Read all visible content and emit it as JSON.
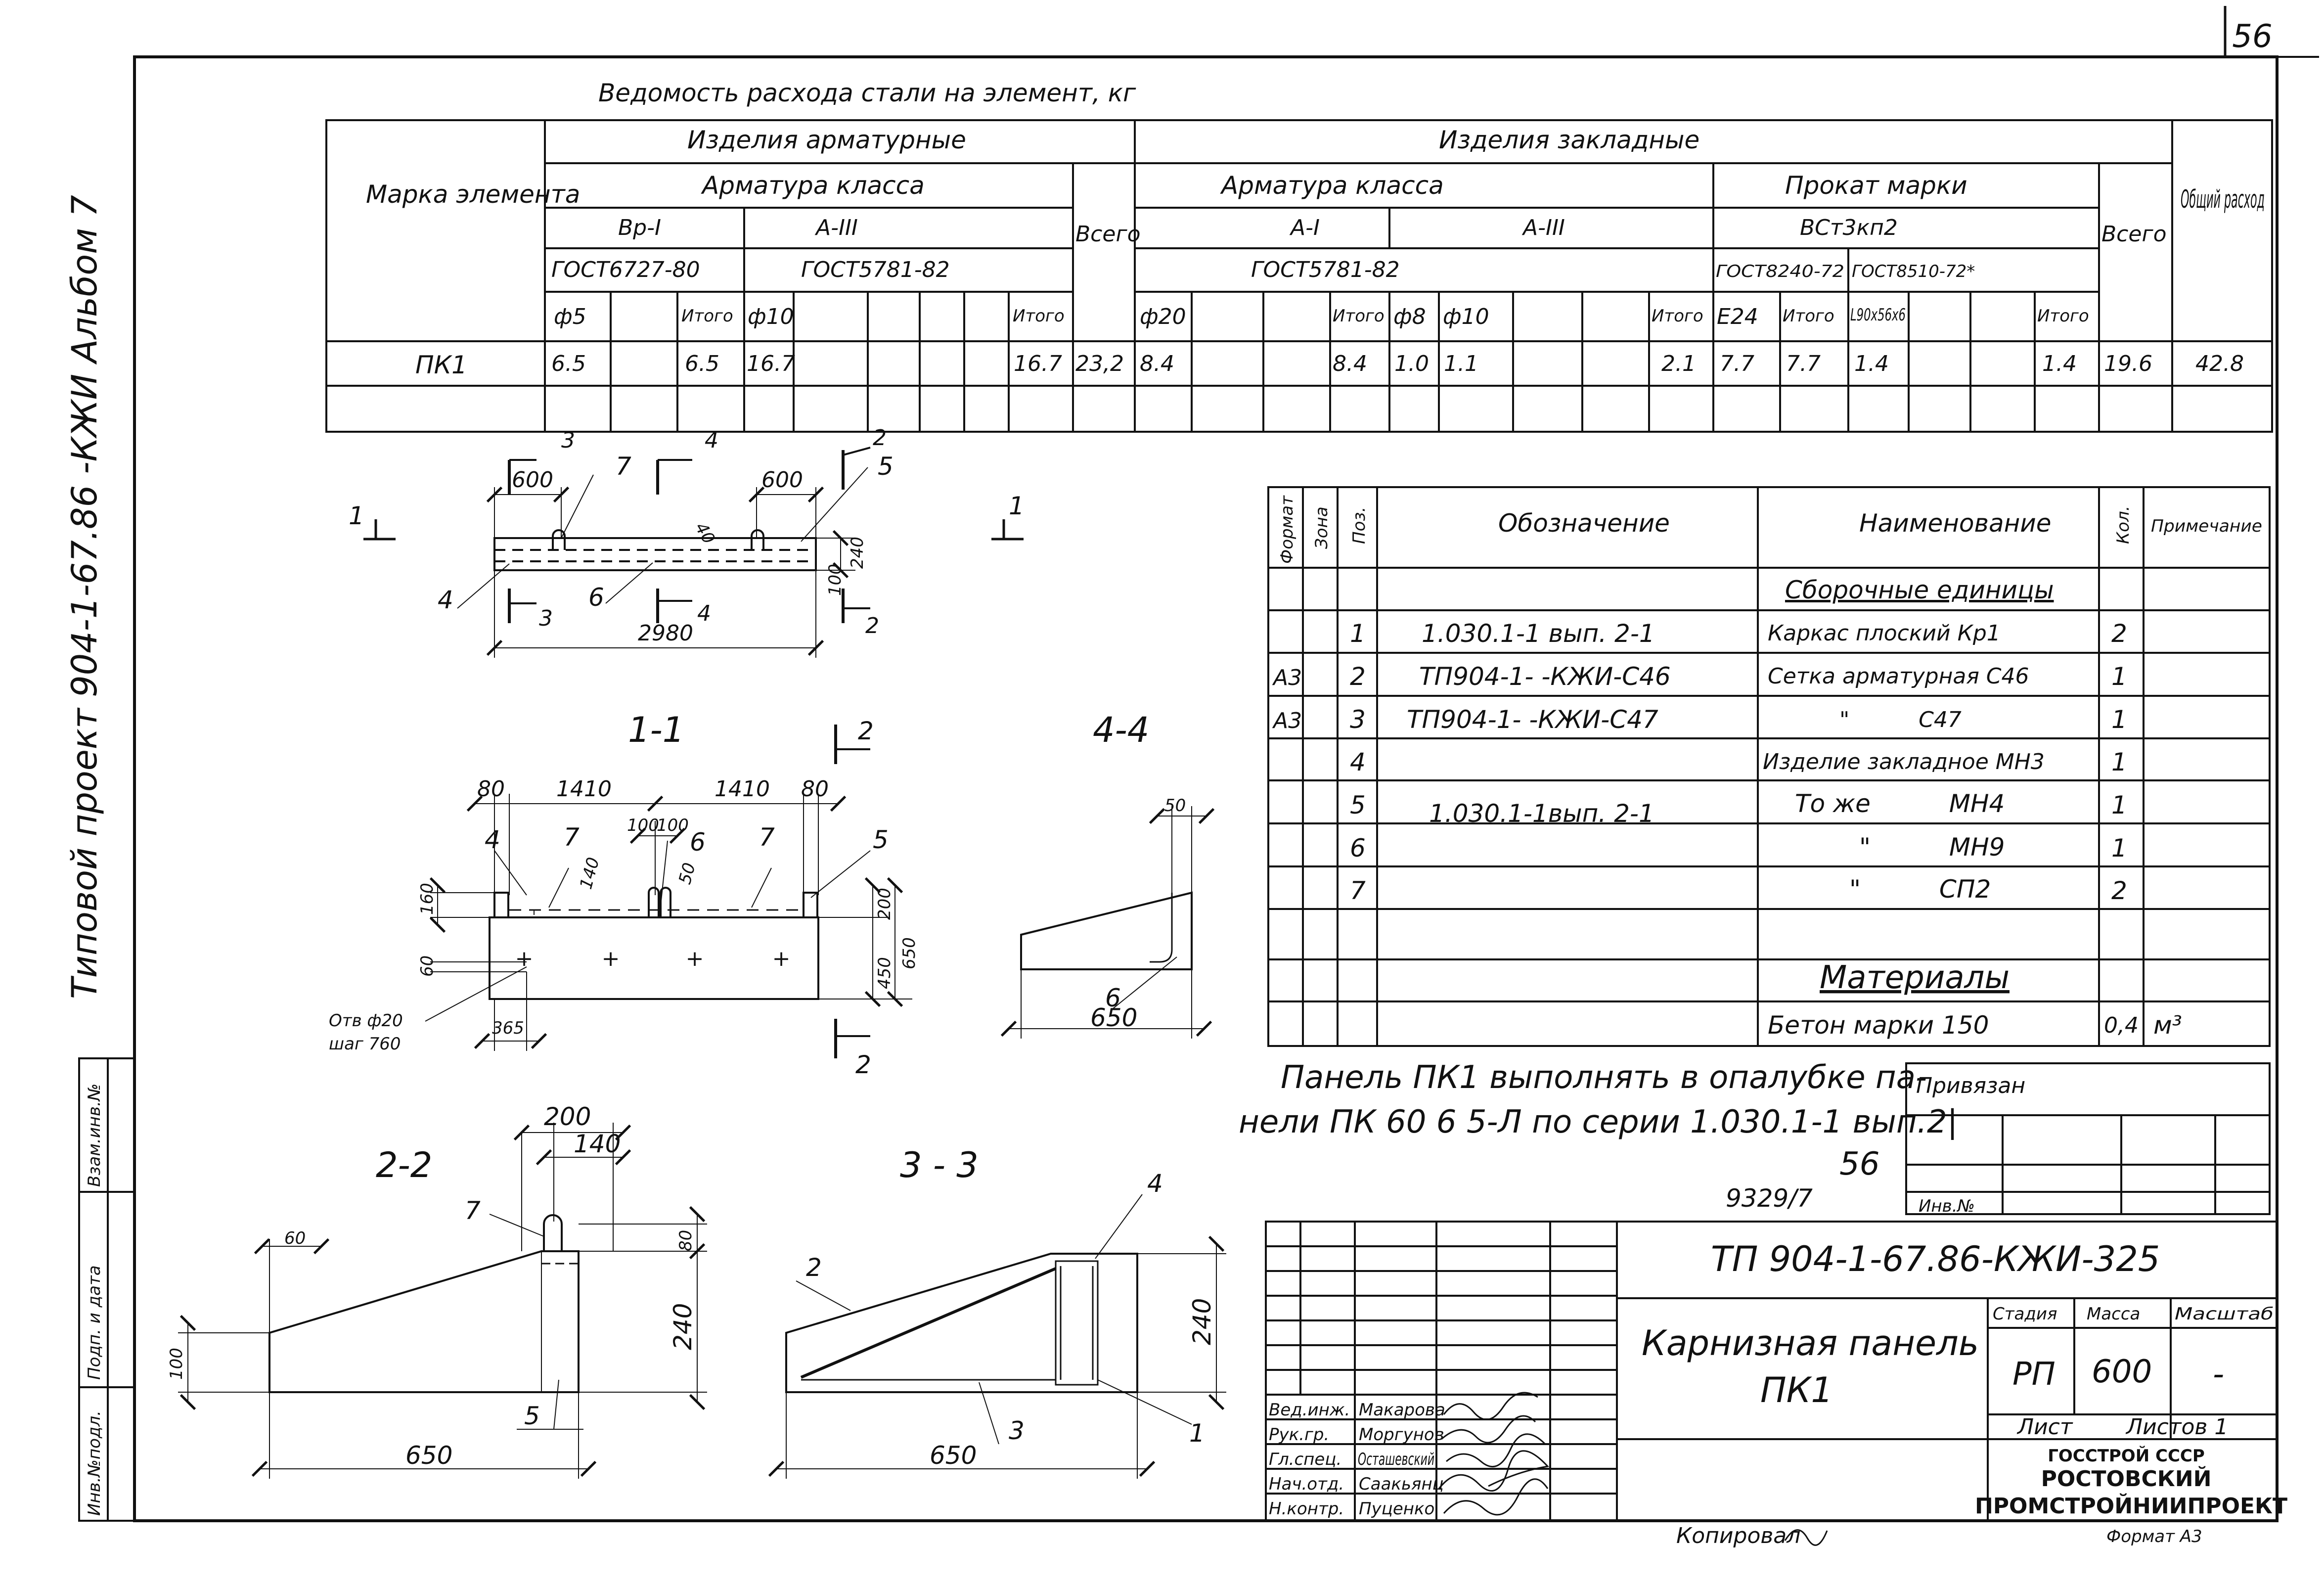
{
  "page_number": "56",
  "left_strip": {
    "album_title": "Типовой проект 904-1-67.86 -КЖИ Альбом 7",
    "stamp_fields": [
      "Взам.инв.№",
      "Подп. и дата",
      "Инв.№подл."
    ]
  },
  "steel_table": {
    "title": "Ведомость расхода стали на элемент, кг",
    "mark_header": "Марка элемента",
    "arm_group": "Изделия арматурные",
    "emb_group": "Изделия закладные",
    "arm_class": "Арматура класса",
    "emb_class": "Арматура класса",
    "rolled_grade": "Прокат марки",
    "total": "Всего",
    "overall": "Общий расход",
    "bp1": "Вр-I",
    "a3": "А-III",
    "a1": "А-I",
    "a3b": "А-III",
    "vst": "ВСт3кп2",
    "gost6727": "ГОСТ6727-80",
    "gost5781": "ГОСТ5781-82",
    "gost5781b": "ГОСТ5781-82",
    "gost8240": "ГОСТ8240-72",
    "gost8510": "ГОСТ8510-72*",
    "d5": "ф5",
    "itogo": "Итого",
    "d10": "ф10",
    "d20": "ф20",
    "d8": "ф8",
    "d10b": "ф10",
    "c24": "Е24",
    "l90": "L90х56х6",
    "row": {
      "mark": "ПК1",
      "d5": "6.5",
      "it1": "6.5",
      "d10": "16.7",
      "it2": "16.7",
      "arm_total": "23,2",
      "d20": "8.4",
      "it3": "8.4",
      "d8": "1.0",
      "d10b": "1.1",
      "it4": "2.1",
      "c24": "7.7",
      "it5": "7.7",
      "l90": "1.4",
      "it6": "1.4",
      "emb_total": "19.6",
      "overall": "42.8"
    }
  },
  "spec_table": {
    "col_format": "Формат",
    "col_zone": "Зона",
    "col_pos": "Поз.",
    "col_desig": "Обозначение",
    "col_name": "Наименование",
    "col_qty": "Кол.",
    "col_note": "Примечание",
    "section1": "Сборочные единицы",
    "section2": "Материалы",
    "rows": [
      {
        "fmt": "",
        "pos": "1",
        "desig": "1.030.1-1 вып. 2-1",
        "name": "Каркас плоский Кр1",
        "qty": "2"
      },
      {
        "fmt": "А3",
        "pos": "2",
        "desig": "ТП904-1-  -КЖИ-С46",
        "name": "Сетка арматурная С46",
        "qty": "1"
      },
      {
        "fmt": "А3",
        "pos": "3",
        "desig": "ТП904-1-  -КЖИ-С47",
        "name": "\"          С47",
        "qty": "1"
      },
      {
        "fmt": "",
        "pos": "4",
        "desig": "",
        "name": "Изделие закладное МН3",
        "qty": "1"
      },
      {
        "fmt": "",
        "pos": "5",
        "desig": "1.030.1-1вып. 2-1",
        "name": "То же          МН4",
        "qty": "1"
      },
      {
        "fmt": "",
        "pos": "6",
        "desig": "",
        "name": "\"          МН9",
        "qty": "1"
      },
      {
        "fmt": "",
        "pos": "7",
        "desig": "",
        "name": "\"          СП2",
        "qty": "2"
      }
    ],
    "material": {
      "name": "Бетон марки 150",
      "qty": "0,4",
      "unit": "м³"
    }
  },
  "note": {
    "line1": "Панель ПК1 выполнять в опалубке па-",
    "line2": "нели ПК 60 6 5-Л по серии 1.030.1-1 вып.2|"
  },
  "privyazan": "Привязан",
  "inv_no": "Инв.№",
  "hand_number": "56",
  "doc_number": "9329/7",
  "title_block": {
    "code": "ТП 904-1-67.86-КЖИ-325",
    "name_line1": "Карнизная панель",
    "name_line2": "ПК1",
    "stage_label": "Стадия",
    "mass_label": "Масса",
    "scale_label": "Масштаб",
    "stage": "РП",
    "mass": "600",
    "scale": "-",
    "sheet_label": "Лист",
    "sheets_label": "Листов 1",
    "org1": "ГОССТРОЙ СССР",
    "org2": "РОСТОВСКИЙ",
    "org3": "ПРОМСТРОЙНИИПРОЕКТ",
    "signers": [
      {
        "role": "Вед.инж.",
        "name": "Макарова"
      },
      {
        "role": "Рук.гр.",
        "name": "Моргунов"
      },
      {
        "role": "Гл.спец.",
        "name": "Осташевский"
      },
      {
        "role": "Нач.отд.",
        "name": "Саакьянц"
      },
      {
        "role": "Н.контр.",
        "name": "Пуценко"
      }
    ]
  },
  "footer": {
    "copied": "Копировал",
    "format": "Формат А3"
  },
  "drawings": {
    "plan": {
      "dim_600a": "600",
      "dim_600b": "600",
      "dim_2980": "2980",
      "dim_240": "240",
      "dim_100": "100",
      "dim_40": "40",
      "pos_7": "7",
      "pos_5": "5",
      "pos_4": "4",
      "pos_6": "6",
      "cut_3": "3",
      "cut_4": "4",
      "cut_2": "2",
      "cut_1": "1"
    },
    "section_1_1": {
      "label": "1-1",
      "dim_80a": "80",
      "dim_1410a": "1410",
      "dim_1410b": "1410",
      "dim_80b": "80",
      "dim_100a": "100",
      "dim_100b": "100",
      "dim_140": "140",
      "dim_50": "50",
      "dim_160": "160",
      "dim_60": "60",
      "dim_200": "200",
      "dim_450": "450",
      "dim_650": "650",
      "dim_365": "365",
      "holes1": "Отв ф20",
      "holes2": "шаг 760",
      "pos_4": "4",
      "pos_7a": "7",
      "pos_6": "6",
      "pos_7b": "7",
      "pos_5": "5",
      "cut_2": "2"
    },
    "section_4_4": {
      "label": "4-4",
      "dim_50": "50",
      "dim_650": "650",
      "pos_6": "6"
    },
    "section_2_2": {
      "label": "2-2",
      "dim_200": "200",
      "dim_140": "140",
      "dim_80": "80",
      "dim_60": "60",
      "dim_100": "100",
      "dim_240": "240",
      "dim_650": "650",
      "pos_7": "7",
      "pos_5": "5"
    },
    "section_3_3": {
      "label": "3 - 3",
      "dim_240": "240",
      "dim_650": "650",
      "pos_2": "2",
      "pos_4": "4",
      "pos_3": "3",
      "pos_1": "1"
    }
  }
}
